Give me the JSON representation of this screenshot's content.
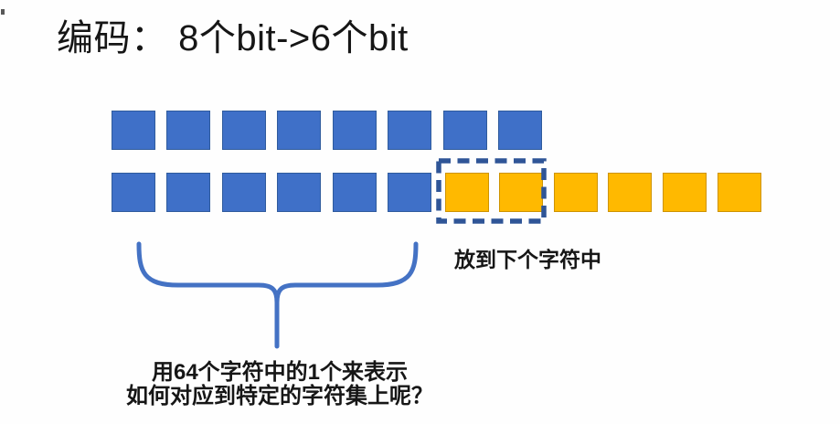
{
  "slide": {
    "title": "编码： 8个bit->6个bit",
    "byte_row": {
      "bit_count": 8
    },
    "encoded_row": {
      "blue_bit_count": 6,
      "carry_bit_count": 2,
      "next_char_bit_count": 4
    },
    "overflow_label": "放到下个字符中",
    "brace_caption": {
      "line1": "用64个字符中的1个来表示",
      "line2": "如何对应到特定的字符集上呢？"
    }
  },
  "colors": {
    "bit_blue": "#3F70C8",
    "bit_blue_border": "#2F5B9D",
    "bit_orange": "#FFB900",
    "bit_orange_border": "#CE9300",
    "dashed_box": "#2F5597",
    "brace": "#4472C4",
    "text": "#161616"
  }
}
